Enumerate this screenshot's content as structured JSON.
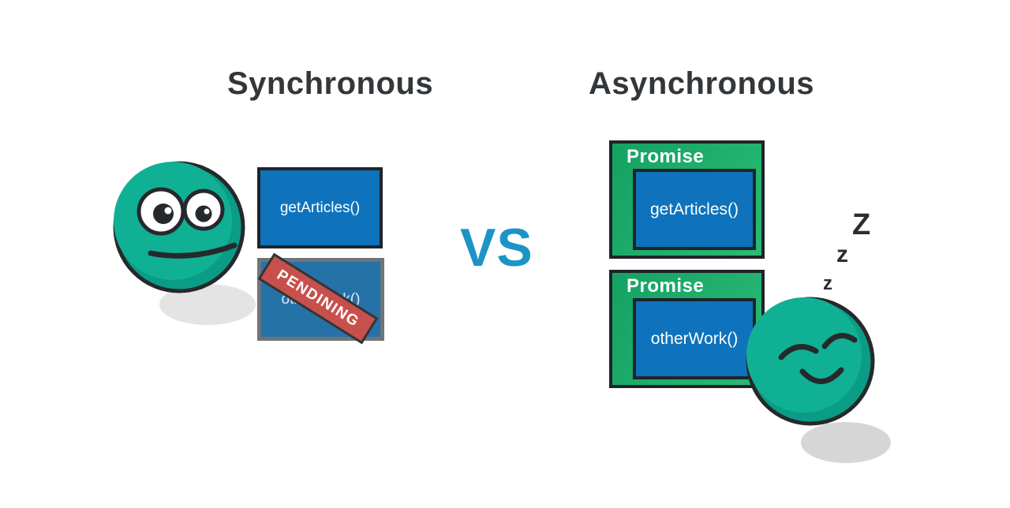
{
  "diagram": {
    "left": {
      "title": "Synchronous",
      "box1_label": "getArticles()",
      "box2_label": "otherWork()",
      "banner_label": "PENDINING"
    },
    "vs_label": "VS",
    "right": {
      "title": "Asynchronous",
      "promise1": {
        "label": "Promise",
        "inner_label": "getArticles()"
      },
      "promise2": {
        "label": "Promise",
        "inner_label": "otherWork()"
      },
      "sleep_z": [
        "Z",
        "z",
        "z"
      ]
    },
    "colors": {
      "face_teal": "#10b095",
      "face_teal_shade": "#0a9c85",
      "outline_dark": "#26292c",
      "code_blue": "#0e73bc",
      "muted_blue": "#2572a9",
      "gray_border": "#6e7579",
      "banner_red": "#c8504c",
      "promise_green": "#1ca96b",
      "vs_blue": "#1c94c6",
      "heading_dark": "#34373a",
      "shadow_gray": "#dedede"
    }
  }
}
